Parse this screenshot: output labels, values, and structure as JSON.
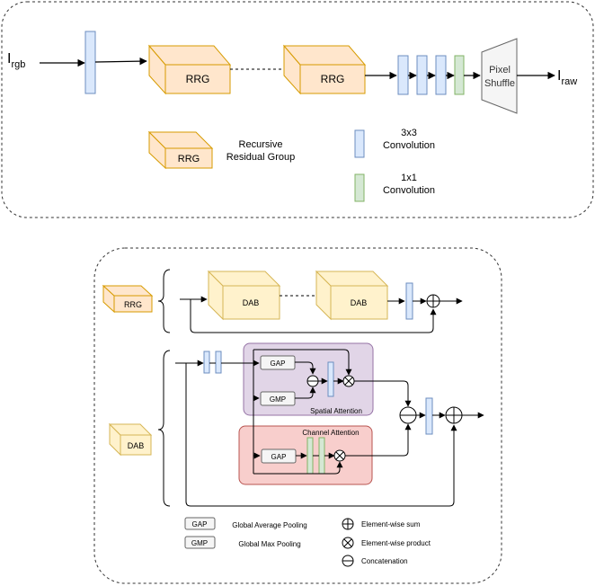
{
  "top": {
    "input_label": {
      "main": "I",
      "sub": "rgb"
    },
    "output_label": {
      "main": "I",
      "sub": "raw"
    },
    "rrg_block_1": "RRG",
    "rrg_block_2": "RRG",
    "pixel_shuffle": {
      "line1": "Pixel",
      "line2": "Shuffle"
    },
    "legend": {
      "rrg_symbol": "RRG",
      "rrg_desc_line1": "Recursive",
      "rrg_desc_line2": "Residual Group",
      "conv3_line1": "3x3",
      "conv3_line2": "Convolution",
      "conv1_line1": "1x1",
      "conv1_line2": "Convolution"
    }
  },
  "bottom": {
    "rrg_label": "RRG",
    "dab_block_1": "DAB",
    "dab_block_2": "DAB",
    "dab_label": "DAB",
    "spatial": {
      "gap": "GAP",
      "gmp": "GMP",
      "title": "Spatial Attention"
    },
    "channel": {
      "gap": "GAP",
      "title": "Channel Attention"
    },
    "legend": {
      "gap_box": "GAP",
      "gap_desc": "Global Average Pooling",
      "gmp_box": "GMP",
      "gmp_desc": "Global Max Pooling",
      "sum_desc": "Element-wise sum",
      "product_desc": "Element-wise product",
      "concat_desc": "Concatenation"
    }
  },
  "colors": {
    "rrg_fill": "#ffe6cc",
    "rrg_stroke": "#d79b00",
    "dab_fill": "#fff2cc",
    "dab_stroke": "#d6b656",
    "conv3_fill": "#dae8fc",
    "conv3_stroke": "#6c8ebf",
    "conv1_fill": "#d5e8d4",
    "conv1_stroke": "#82b366",
    "spatial_fill": "#e1d5e7",
    "spatial_stroke": "#9673a6",
    "channel_fill": "#f8cecc",
    "channel_stroke": "#b85450"
  }
}
